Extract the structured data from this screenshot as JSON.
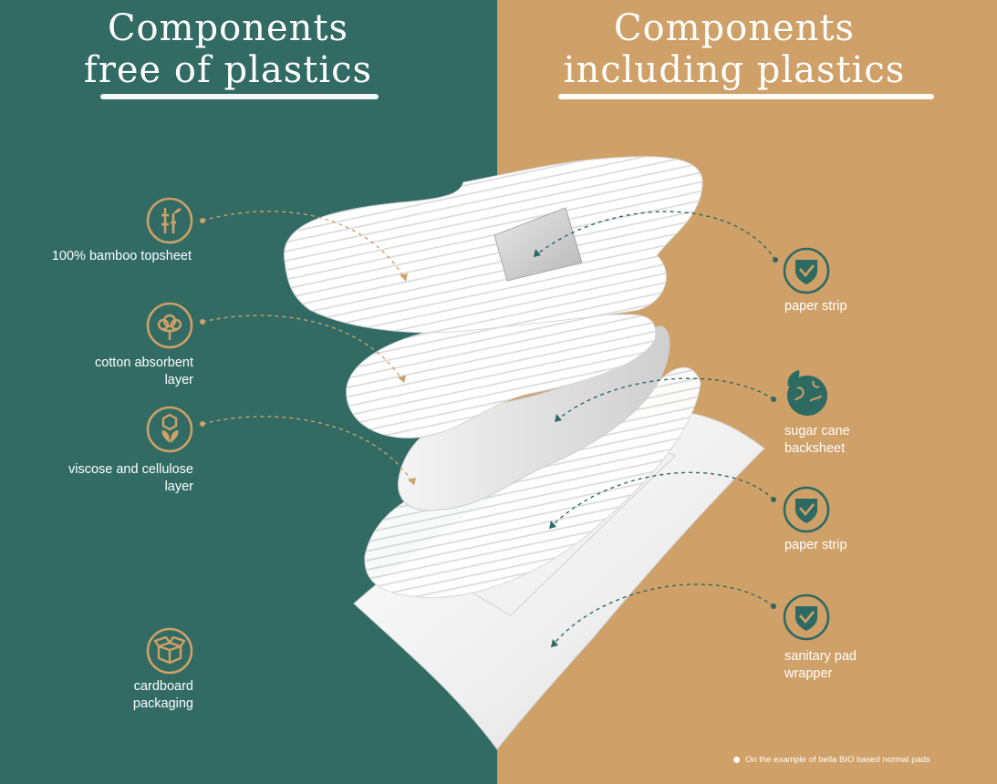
{
  "header": {
    "left_title_line1": "Components",
    "left_title_line2": "free of plastics",
    "right_title_line1": "Components",
    "right_title_line2": "including plastics"
  },
  "colors": {
    "left_panel": "#316b63",
    "right_panel": "#cfa067",
    "left_icon_accent": "#cfa067",
    "right_icon_accent": "#2d6a62"
  },
  "left_items": [
    {
      "icon": "bamboo-icon",
      "lines": [
        "100% bamboo topsheet"
      ]
    },
    {
      "icon": "cotton-icon",
      "lines": [
        "cotton absorbent",
        "layer"
      ]
    },
    {
      "icon": "cellulose-leaf-icon",
      "lines": [
        "viscose and cellulose",
        "layer"
      ]
    },
    {
      "icon": "cardboard-box-icon",
      "lines": [
        "cardboard",
        "packaging"
      ]
    }
  ],
  "right_items": [
    {
      "icon": "shield-check-icon",
      "lines": [
        "paper strip"
      ]
    },
    {
      "icon": "globe-leaf-icon",
      "lines": [
        "sugar cane",
        "backsheet"
      ]
    },
    {
      "icon": "shield-check-icon",
      "lines": [
        "paper strip"
      ]
    },
    {
      "icon": "shield-check-icon",
      "lines": [
        "sanitary pad",
        "wrapper"
      ]
    }
  ],
  "footnote": "On the example of bella BIO based normal pads"
}
